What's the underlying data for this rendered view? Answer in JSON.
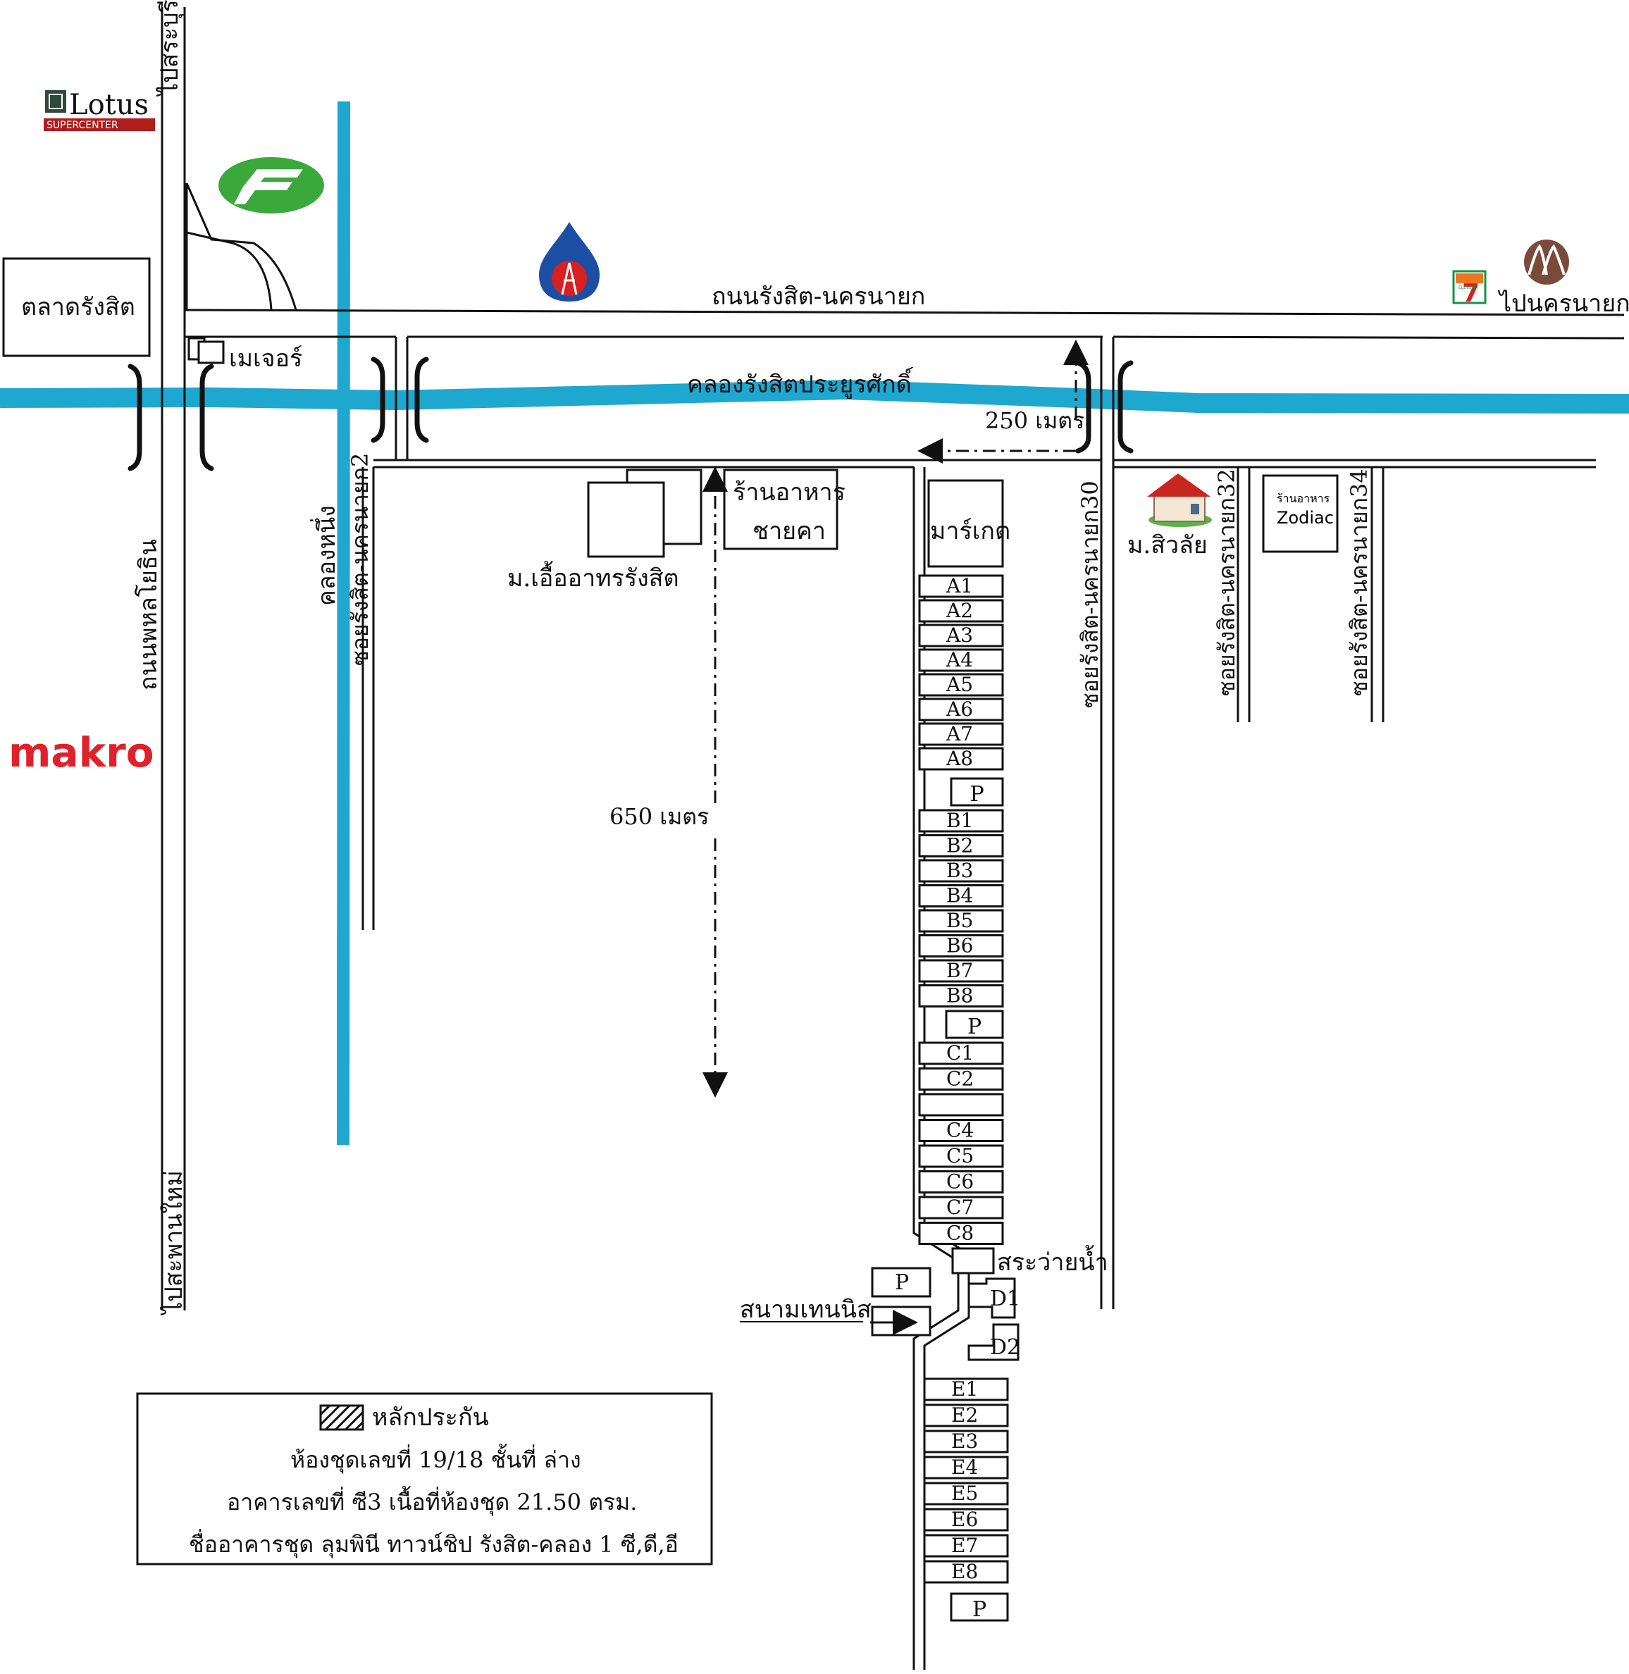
{
  "roads": {
    "main": "ถนนรังสิต-นครนายก",
    "to_saraburi": "ไปสระบุรี",
    "to_nakhonnayok": "ไปนครนายก",
    "phahon": "ถนนพหลโยธิน",
    "to_saphanmai": "ไปสะพานใหม่",
    "soi2": "ซอยรังสิต-นครนายก2",
    "soi30": "ซอยรังสิต-นครนายก30",
    "soi32": "ซอยรังสิต-นครนายก32",
    "soi34": "ซอยรังสิต-นครนายก34"
  },
  "waterways": {
    "canal_main": "คลองรังสิตประยูรศักดิ์",
    "canal_one": "คลองหนึ่ง"
  },
  "places": {
    "market": "ตลาดรังสิต",
    "major": "เมเจอร์",
    "restaurant_line1": "ร้านอาหาร",
    "restaurant_line2": "ชายคา",
    "village_ua": "ม.เอื้ออาทรรังสิต",
    "market_block": "มาร์เกต",
    "village_siwalai": "ม.สิวลัย",
    "zodiac_small": "ร้านอาหาร",
    "zodiac": "Zodiac",
    "pool": "สระว่ายน้ำ",
    "tennis": "สนามเทนนิส"
  },
  "logos": {
    "lotus": "Lotus",
    "lotus_sub": "SUPERCENTER",
    "makro": "makro",
    "seven": "7",
    "seven_sub": "ELEVEN"
  },
  "distances": {
    "d250": "250 เมตร",
    "d650": "650 เมตร"
  },
  "buildings": {
    "A": [
      "A1",
      "A2",
      "A3",
      "A4",
      "A5",
      "A6",
      "A7",
      "A8"
    ],
    "B": [
      "B1",
      "B2",
      "B3",
      "B4",
      "B5",
      "B6",
      "B7",
      "B8"
    ],
    "C": [
      "C1",
      "C2",
      "",
      "C4",
      "C5",
      "C6",
      "C7",
      "C8"
    ],
    "D": [
      "D1",
      "D2"
    ],
    "E": [
      "E1",
      "E2",
      "E3",
      "E4",
      "E5",
      "E6",
      "E7",
      "E8"
    ],
    "parking": "P"
  },
  "legend": {
    "collateral": "หลักประกัน",
    "line1": "ห้องชุดเลขที่ 19/18  ชั้นที่ ล่าง",
    "line2": "อาคารเลขที่  ซี3  เนื้อที่ห้องชุด 21.50  ตรม.",
    "line3": "ชื่ออาคารชุด ลุมพินี ทาวน์ชิป รังสิต-คลอง 1 ซี,ดี,อี"
  },
  "colors": {
    "water": "#1ea7cf",
    "makro": "#e0202a",
    "lotus_green": "#2f4a3a",
    "lotus_red": "#b01d1d",
    "green_logo": "#3aa83a",
    "ptt_blue": "#1c4fa3",
    "ptt_red": "#d92020",
    "seven_green": "#139447",
    "seven_orange": "#ee7623",
    "scb_brown": "#7a4a3a",
    "roof_red": "#c8271f"
  },
  "icons": [
    "lotus-logo",
    "makro-logo",
    "green-f-logo",
    "ptt-logo",
    "seven-eleven-logo",
    "scb-logo",
    "house-icon",
    "hatch-pattern"
  ]
}
